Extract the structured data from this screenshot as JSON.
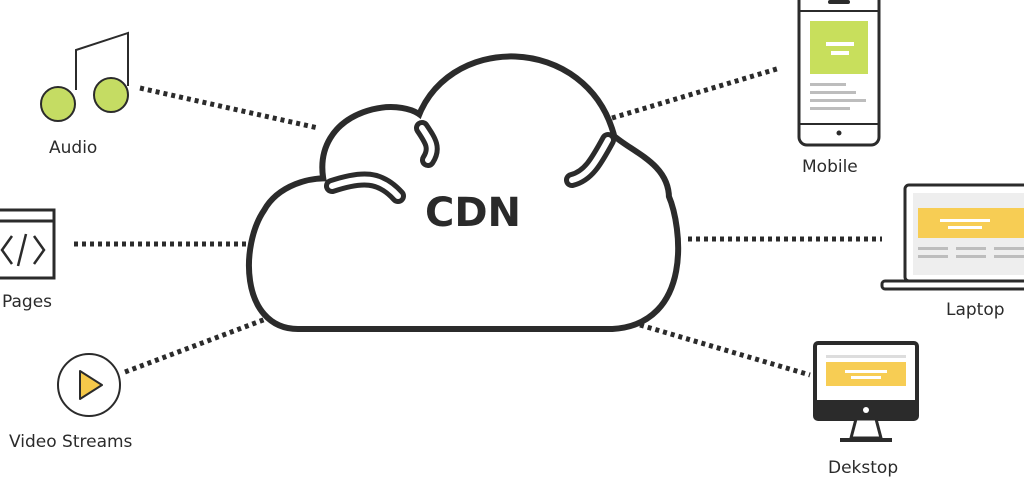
{
  "diagram": {
    "center_label": "CDN",
    "sources": [
      {
        "label": "Audio",
        "icon": "music-note-icon"
      },
      {
        "label": "Pages",
        "icon": "code-window-icon"
      },
      {
        "label": "Video Streams",
        "icon": "play-button-icon"
      }
    ],
    "devices": [
      {
        "label": "Mobile",
        "icon": "mobile-phone-icon"
      },
      {
        "label": "Laptop",
        "icon": "laptop-icon"
      },
      {
        "label": "Dekstop",
        "icon": "desktop-monitor-icon"
      }
    ],
    "colors": {
      "outline": "#2b2b2b",
      "audio_green": "#c5dc63",
      "mobile_green": "#c8df5c",
      "accent_yellow": "#f7cd54",
      "play_yellow": "#f6c94a",
      "screen_gray": "#d9d9d9"
    }
  }
}
